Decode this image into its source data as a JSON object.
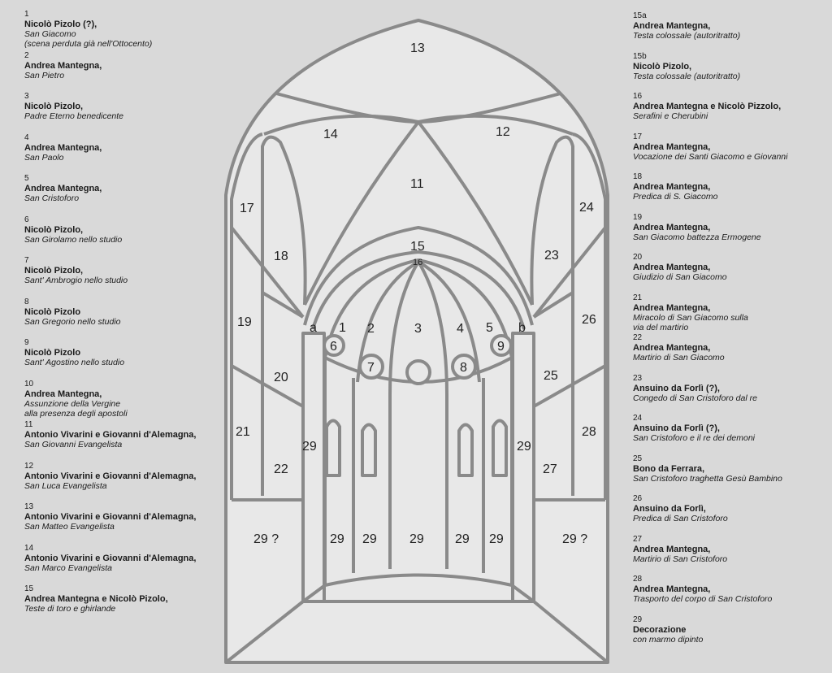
{
  "left_legend": [
    {
      "num": "1",
      "artist": "Nicolò Pizolo (?),",
      "work": [
        "San Giacomo",
        "(scena perduta già nell'Ottocento)"
      ]
    },
    {
      "num": "2",
      "artist": "Andrea Mantegna,",
      "work": [
        "San Pietro"
      ]
    },
    {
      "num": "3",
      "artist": "Nicolò Pizolo,",
      "work": [
        "Padre Eterno benedicente"
      ]
    },
    {
      "num": "4",
      "artist": "Andrea Mantegna,",
      "work": [
        "San Paolo"
      ]
    },
    {
      "num": "5",
      "artist": "Andrea Mantegna,",
      "work": [
        "San Cristoforo"
      ]
    },
    {
      "num": "6",
      "artist": "Nicolò Pizolo,",
      "work": [
        "San Girolamo nello studio"
      ]
    },
    {
      "num": "7",
      "artist": "Nicolò Pizolo,",
      "work": [
        "Sant' Ambrogio nello studio"
      ]
    },
    {
      "num": "8",
      "artist": "Nicolò Pizolo",
      "work": [
        "San Gregorio nello studio"
      ]
    },
    {
      "num": "9",
      "artist": "Nicolò Pizolo",
      "work": [
        "Sant' Agostino nello studio"
      ]
    },
    {
      "num": "10",
      "artist": "Andrea Mantegna,",
      "work": [
        "Assunzione della Vergine",
        "alla presenza degli apostoli"
      ]
    },
    {
      "num": "11",
      "artist": "Antonio Vivarini e Giovanni d'Alemagna,",
      "work": [
        "San Giovanni Evangelista"
      ]
    },
    {
      "num": "12",
      "artist": "Antonio Vivarini e Giovanni d'Alemagna,",
      "work": [
        "San Luca Evangelista"
      ]
    },
    {
      "num": "13",
      "artist": "Antonio Vivarini e Giovanni d'Alemagna,",
      "work": [
        "San Matteo Evangelista"
      ]
    },
    {
      "num": "14",
      "artist": "Antonio Vivarini e Giovanni d'Alemagna,",
      "work": [
        "San Marco Evangelista"
      ]
    },
    {
      "num": "15",
      "artist": "Andrea Mantegna e Nicolò Pizolo,",
      "work": [
        "Teste di toro e ghirlande"
      ]
    }
  ],
  "right_legend": [
    {
      "num": "15a",
      "artist": "Andrea Mantegna,",
      "work": [
        "Testa colossale (autoritratto)"
      ]
    },
    {
      "num": "15b",
      "artist": "Nicolò Pizolo,",
      "work": [
        "Testa colossale (autoritratto)"
      ]
    },
    {
      "num": "16",
      "artist": "Andrea Mantegna e Nicolò Pizzolo,",
      "work": [
        "Serafini e Cherubini"
      ]
    },
    {
      "num": "17",
      "artist": "Andrea Mantegna,",
      "work": [
        "Vocazione dei Santi Giacomo e Giovanni"
      ]
    },
    {
      "num": "18",
      "artist": "Andrea Mantegna,",
      "work": [
        "Predica di S. Giacomo"
      ]
    },
    {
      "num": "19",
      "artist": "Andrea Mantegna,",
      "work": [
        "San Giacomo battezza Ermogene"
      ]
    },
    {
      "num": "20",
      "artist": "Andrea Mantegna,",
      "work": [
        "Giudizio di San Giacomo"
      ]
    },
    {
      "num": "21",
      "artist": "Andrea Mantegna,",
      "work": [
        "Miracolo di San Giacomo sulla",
        "via del martirio"
      ]
    },
    {
      "num": "22",
      "artist": "Andrea Mantegna,",
      "work": [
        "Martirio di San Giacomo"
      ]
    },
    {
      "num": "23",
      "artist": "Ansuino da Forlì (?),",
      "work": [
        "Congedo di San Cristoforo dal re"
      ]
    },
    {
      "num": "24",
      "artist": "Ansuino da Forlì (?),",
      "work": [
        "San Cristoforo e il re dei demoni"
      ]
    },
    {
      "num": "25",
      "artist": "Bono da Ferrara,",
      "work": [
        "San Cristoforo traghetta Gesù Bambino"
      ]
    },
    {
      "num": "26",
      "artist": "Ansuino da Forlì,",
      "work": [
        "Predica di San Cristoforo"
      ]
    },
    {
      "num": "27",
      "artist": "Andrea Mantegna,",
      "work": [
        "Martirio di San Cristoforo"
      ]
    },
    {
      "num": "28",
      "artist": "Andrea Mantegna,",
      "work": [
        "Trasporto del corpo di San Cristoforo"
      ]
    },
    {
      "num": "29",
      "artist": "Decorazione",
      "work": [
        "con marmo dipinto"
      ]
    }
  ],
  "diagram_labels": {
    "l13": "13",
    "l14": "14",
    "l12": "12",
    "l11": "11",
    "l15": "15",
    "l16": "16",
    "l17": "17",
    "l18": "18",
    "l19": "19",
    "l20": "20",
    "l21": "21",
    "l22": "22",
    "l23": "23",
    "l24": "24",
    "l25": "25",
    "l26": "26",
    "l27": "27",
    "l28": "28",
    "la": "a",
    "lb": "b",
    "l1": "1",
    "l2": "2",
    "l3": "3",
    "l4": "4",
    "l5": "5",
    "l6": "6",
    "l7": "7",
    "l8": "8",
    "l9": "9",
    "l29_left": "29",
    "l29_right": "29",
    "l29q_left": "29 ?",
    "l29q_right": "29 ?",
    "l29_b1": "29",
    "l29_b2": "29",
    "l29_b3": "29",
    "l29_b4": "29",
    "l29_b5": "29"
  },
  "colors": {
    "background": "#d9d9d9",
    "lines": "#8a8a8a",
    "fill": "#e8e8e8",
    "text": "#1a1a1a"
  }
}
